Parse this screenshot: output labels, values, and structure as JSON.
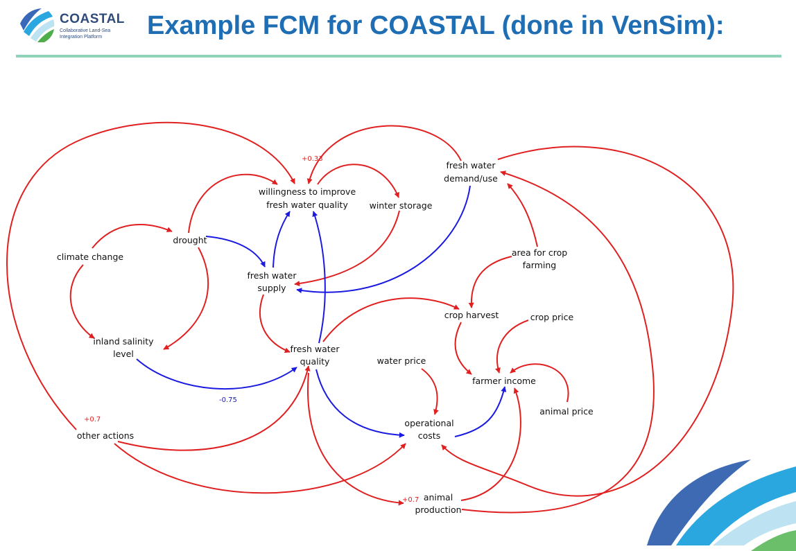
{
  "header": {
    "logo_name": "COASTAL",
    "logo_tagline_1": "Collaborative Land-Sea",
    "logo_tagline_2": "Integration Platform",
    "title": "Example FCM for COASTAL (done in VenSim):"
  },
  "colors": {
    "title": "#1f6db3",
    "rule": "#8fd3b9",
    "positive_link": "#e02020",
    "negative_link": "#1a1ae0"
  },
  "nodes": {
    "climate_change": "climate change",
    "drought": "drought",
    "inland_salinity_1": "inland salinity",
    "inland_salinity_2": "level",
    "willingness_1": "willingness to improve",
    "willingness_2": "fresh water quality",
    "winter_storage": "winter storage",
    "fw_demand_1": "fresh water",
    "fw_demand_2": "demand/use",
    "fw_supply_1": "fresh water",
    "fw_supply_2": "supply",
    "area_crop_1": "area for crop",
    "area_crop_2": "farming",
    "crop_harvest": "crop harvest",
    "crop_price": "crop price",
    "fw_quality_1": "fresh water",
    "fw_quality_2": "quality",
    "water_price": "water price",
    "farmer_income": "farmer income",
    "animal_price": "animal price",
    "op_costs_1": "operational",
    "op_costs_2": "costs",
    "other_actions": "other actions",
    "animal_prod_1": "animal",
    "animal_prod_2": "production"
  },
  "weights": {
    "w_033": "+0.33",
    "w_07_other": "+0.7",
    "w_075": "-0.75",
    "w_07_animal": "+0.7"
  }
}
